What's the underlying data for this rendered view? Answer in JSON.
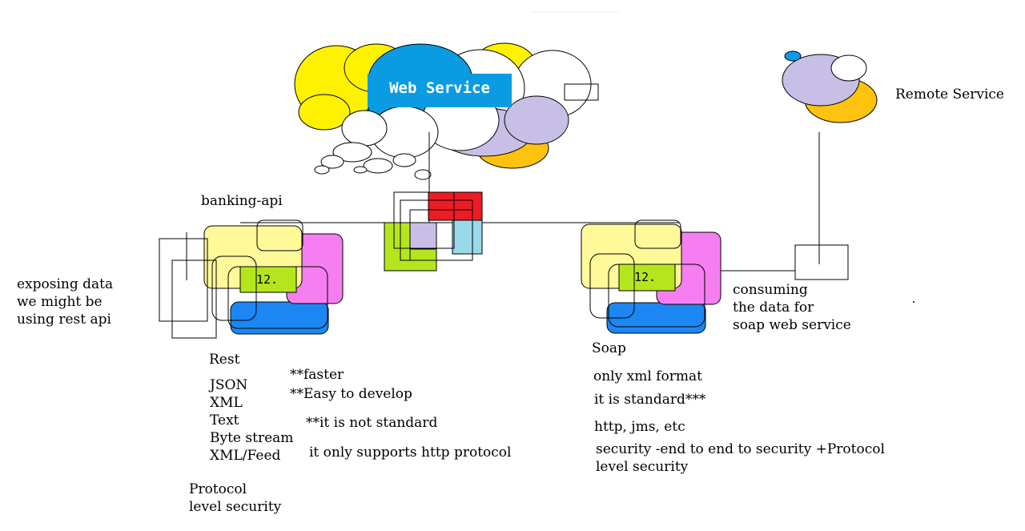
{
  "web_service": {
    "title": "Web Service"
  },
  "remote_service": {
    "label": "Remote Service"
  },
  "banking_api": {
    "label": "banking-api",
    "badge": "12."
  },
  "soap_node": {
    "badge": "12."
  },
  "left_note": {
    "lines": [
      "exposing data",
      "we might be",
      "using rest api"
    ]
  },
  "consuming_note": {
    "lines": [
      "consuming",
      "the data for",
      "soap web service"
    ]
  },
  "rest": {
    "heading": "Rest",
    "formats": [
      "JSON",
      "XML",
      "Text",
      "Byte stream",
      "XML/Feed"
    ],
    "points": [
      "**faster",
      "**Easy to develop",
      "**it is not standard",
      "it only supports http protocol"
    ],
    "security": [
      "Protocol",
      "level security"
    ]
  },
  "soap": {
    "heading": "Soap",
    "points": [
      "only xml format",
      "it is standard***",
      "http, jms, etc"
    ],
    "security": [
      "security -end to end to security +Protocol",
      "level security"
    ]
  },
  "colors": {
    "cloud_yellow": "#fff200",
    "cloud_blue": "#0a9be3",
    "cloud_lavender": "#c8bfe7",
    "cloud_orange": "#ffc20e",
    "block_yellow": "#fff99a",
    "block_pink": "#f57ef0",
    "block_blue": "#1c87f2",
    "block_green": "#b5e61d",
    "block_red": "#ed1c24",
    "block_lightblue": "#99d9ea"
  }
}
